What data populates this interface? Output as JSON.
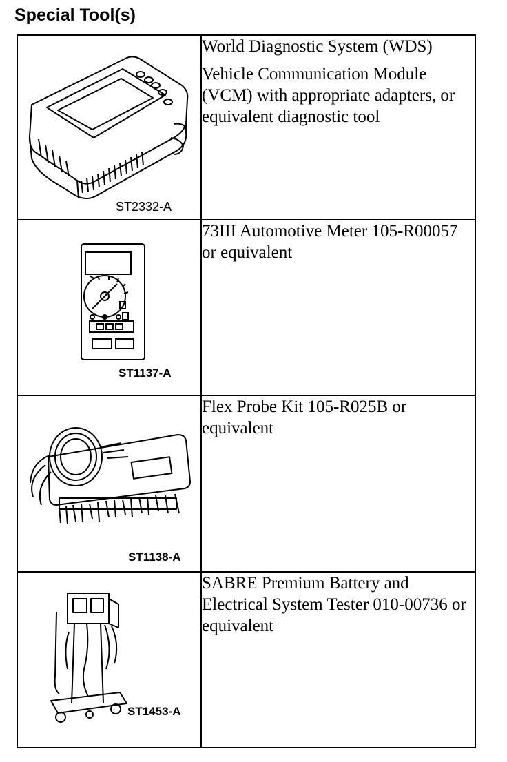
{
  "page": {
    "title": "Special Tool(s)"
  },
  "tools": [
    {
      "figure_code": "ST2332-A",
      "icon": "diagnostic-scan-tool-icon",
      "description": [
        "World Diagnostic System (WDS)",
        "Vehicle Communication Module (VCM) with appropriate adapters, or equivalent diagnostic tool"
      ]
    },
    {
      "figure_code": "ST1137-A",
      "icon": "multimeter-icon",
      "description": [
        "73III Automotive Meter 105-R00057 or equivalent"
      ]
    },
    {
      "figure_code": "ST1138-A",
      "icon": "flex-probe-kit-icon",
      "description": [
        "Flex Probe Kit 105-R025B or equivalent"
      ]
    },
    {
      "figure_code": "ST1453-A",
      "icon": "battery-tester-cart-icon",
      "description": [
        "SABRE Premium Battery and Electrical System Tester 010-00736 or equivalent"
      ]
    }
  ]
}
